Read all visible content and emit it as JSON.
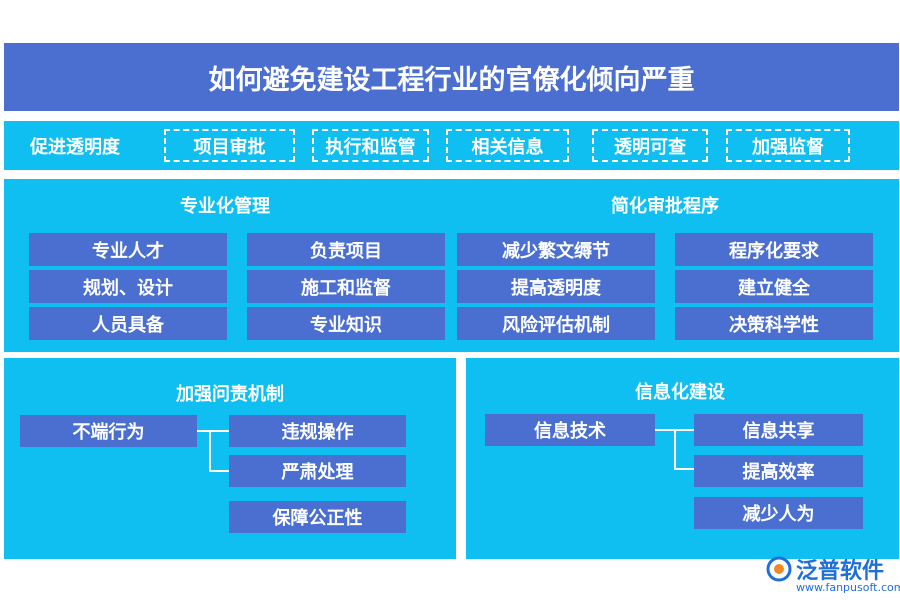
{
  "title": "如何避免建设工程行业的官僚化倾向严重",
  "transparency": {
    "label": "促进透明度",
    "items": [
      "项目审批",
      "执行和监管",
      "相关信息",
      "透明可查",
      "加强监督"
    ]
  },
  "professional": {
    "title": "专业化管理",
    "col1": [
      "专业人才",
      "规划、设计",
      "人员具备"
    ],
    "col2": [
      "负责项目",
      "施工和监督",
      "专业知识"
    ]
  },
  "simplify": {
    "title": "简化审批程序",
    "col1": [
      "减少繁文缛节",
      "提高透明度",
      "风险评估机制"
    ],
    "col2": [
      "程序化要求",
      "建立健全",
      "决策科学性"
    ]
  },
  "accountability": {
    "title": "加强问责机制",
    "root": "不端行为",
    "children": [
      "违规操作",
      "严肃处理",
      "保障公正性"
    ]
  },
  "informatization": {
    "title": "信息化建设",
    "root": "信息技术",
    "children": [
      "信息共享",
      "提高效率",
      "减少人为"
    ]
  },
  "logo": {
    "name": "泛普软件",
    "url": "www.fanpusoft.com"
  }
}
